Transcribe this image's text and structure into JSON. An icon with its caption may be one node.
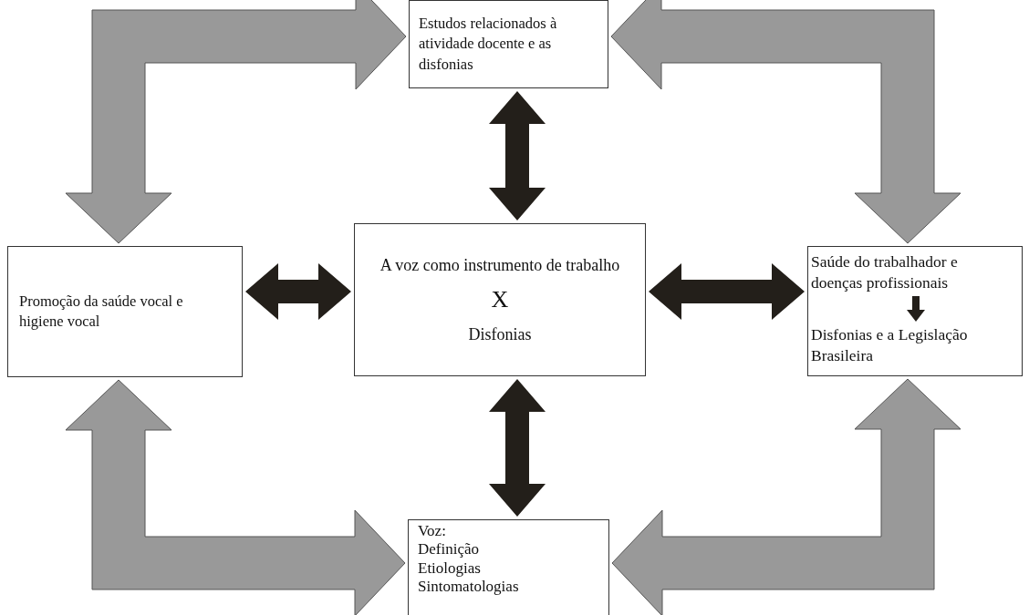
{
  "diagram": {
    "nodes": [
      {
        "text": [
          "Estudos relacionados à atividade docente e as disfonias"
        ]
      },
      {
        "text": [
          "Promoção da saúde vocal e higiene vocal"
        ]
      },
      {
        "text": [
          "A voz como instrumento de trabalho",
          "X",
          "Disfonias"
        ]
      },
      {
        "text": [],
        "shape": "box"
      },
      {
        "text": [
          "Saúde do trabalhador e doenças profissionais"
        ],
        "in": 3
      },
      {
        "text": [
          "Disfonias e a Legislação Brasileira"
        ],
        "in": 3
      },
      {
        "text": [
          "Voz:",
          "Definição",
          "Etiologias",
          "Sintomatologias"
        ]
      }
    ],
    "edges": [
      {
        "from": 0,
        "to": 1,
        "arrow": "both",
        "style": "thick",
        "color": "#999999"
      },
      {
        "from": 0,
        "to": 3,
        "arrow": "both",
        "style": "thick",
        "color": "#999999"
      },
      {
        "from": 0,
        "to": 2,
        "arrow": "both",
        "style": "thick"
      },
      {
        "from": 1,
        "to": 2,
        "arrow": "both",
        "style": "thick"
      },
      {
        "from": 2,
        "to": 3,
        "arrow": "both",
        "style": "thick"
      },
      {
        "from": 4,
        "to": 5,
        "arrow": "to",
        "style": "thick"
      },
      {
        "from": 2,
        "to": 6,
        "arrow": "both",
        "style": "thick"
      },
      {
        "from": 1,
        "to": 6,
        "arrow": "both",
        "style": "thick",
        "color": "#999999"
      },
      {
        "from": 3,
        "to": 6,
        "arrow": "both",
        "style": "thick",
        "color": "#999999"
      }
    ]
  }
}
